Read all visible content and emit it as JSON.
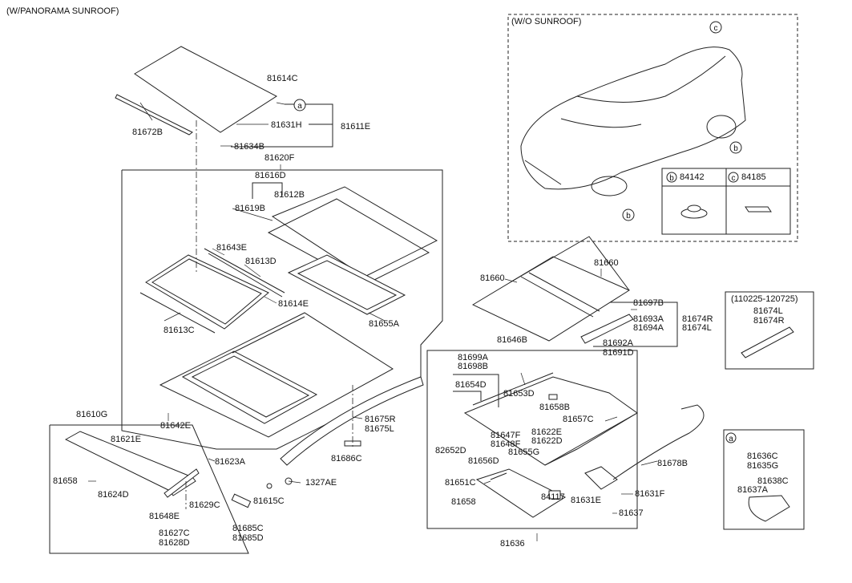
{
  "headers": {
    "main": "(W/PANORAMA SUNROOF)",
    "no_sunroof": "(W/O SUNROOF)",
    "date_range": "(110225-120725)"
  },
  "callouts": {
    "a": "a",
    "b": "b",
    "c": "c"
  },
  "legend": {
    "b_part": "84142",
    "c_part": "84185",
    "a_parts": [
      "81636C",
      "81635G",
      "81638C",
      "81637A"
    ]
  },
  "parts": {
    "p81614C": "81614C",
    "p81631H": "81631H",
    "p81611E": "81611E",
    "p81672B": "81672B",
    "p81634B": "81634B",
    "p81620F": "81620F",
    "p81616D": "81616D",
    "p81612B": "81612B",
    "p81619B": "81619B",
    "p81643E": "81643E",
    "p81613D": "81613D",
    "p81614E": "81614E",
    "p81655A": "81655A",
    "p81613C": "81613C",
    "p81642E": "81642E",
    "p81675R": "81675R",
    "p81675L": "81675L",
    "p81686C": "81686C",
    "p81610G": "81610G",
    "p81621E": "81621E",
    "p81623A": "81623A",
    "p81658a": "81658",
    "p81624D": "81624D",
    "p81629C": "81629C",
    "p81648E": "81648E",
    "p81627C": "81627C",
    "p81628D": "81628D",
    "p1327AE": "1327AE",
    "p81615C": "81615C",
    "p81685C": "81685C",
    "p81685D": "81685D",
    "p81660a": "81660",
    "p81660b": "81660",
    "p81697B": "81697B",
    "p81693A": "81693A",
    "p81694A": "81694A",
    "p81674R": "81674R",
    "p81674L": "81674L",
    "p81692A": "81692A",
    "p81691D": "81691D",
    "p81674L2": "81674L",
    "p81674R2": "81674R",
    "p81646B": "81646B",
    "p81699A": "81699A",
    "p81698B": "81698B",
    "p81654D": "81654D",
    "p81653D": "81653D",
    "p81658B": "81658B",
    "p81657C": "81657C",
    "p81647F": "81647F",
    "p81648F": "81648F",
    "p81622E": "81622E",
    "p81622D": "81622D",
    "p82652D": "82652D",
    "p81655G": "81655G",
    "p81656D": "81656D",
    "p81678B": "81678B",
    "p81651C": "81651C",
    "p81658b": "81658",
    "p84117": "84117",
    "p81631E": "81631E",
    "p81631F": "81631F",
    "p81637": "81637",
    "p81636": "81636"
  }
}
